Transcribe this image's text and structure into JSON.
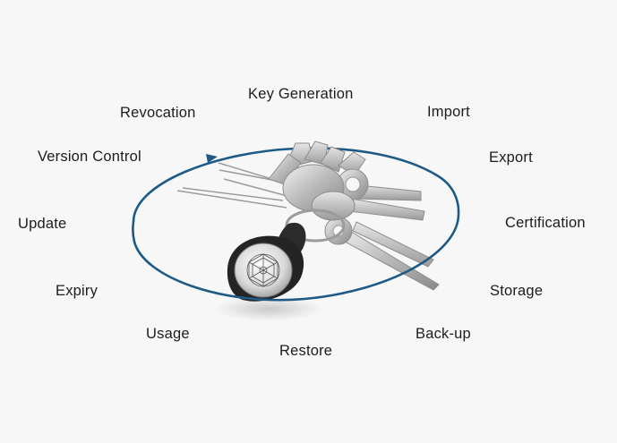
{
  "diagram": {
    "labels": {
      "key_generation": "Key Generation",
      "import": "Import",
      "export": "Export",
      "certification": "Certification",
      "storage": "Storage",
      "backup": "Back-up",
      "restore": "Restore",
      "usage": "Usage",
      "expiry": "Expiry",
      "update": "Update",
      "version_control": "Version Control",
      "revocation": "Revocation"
    },
    "cycle_color": "#1d5a85",
    "background": "#f7f7f7",
    "illustration": "keyring-with-fob"
  }
}
